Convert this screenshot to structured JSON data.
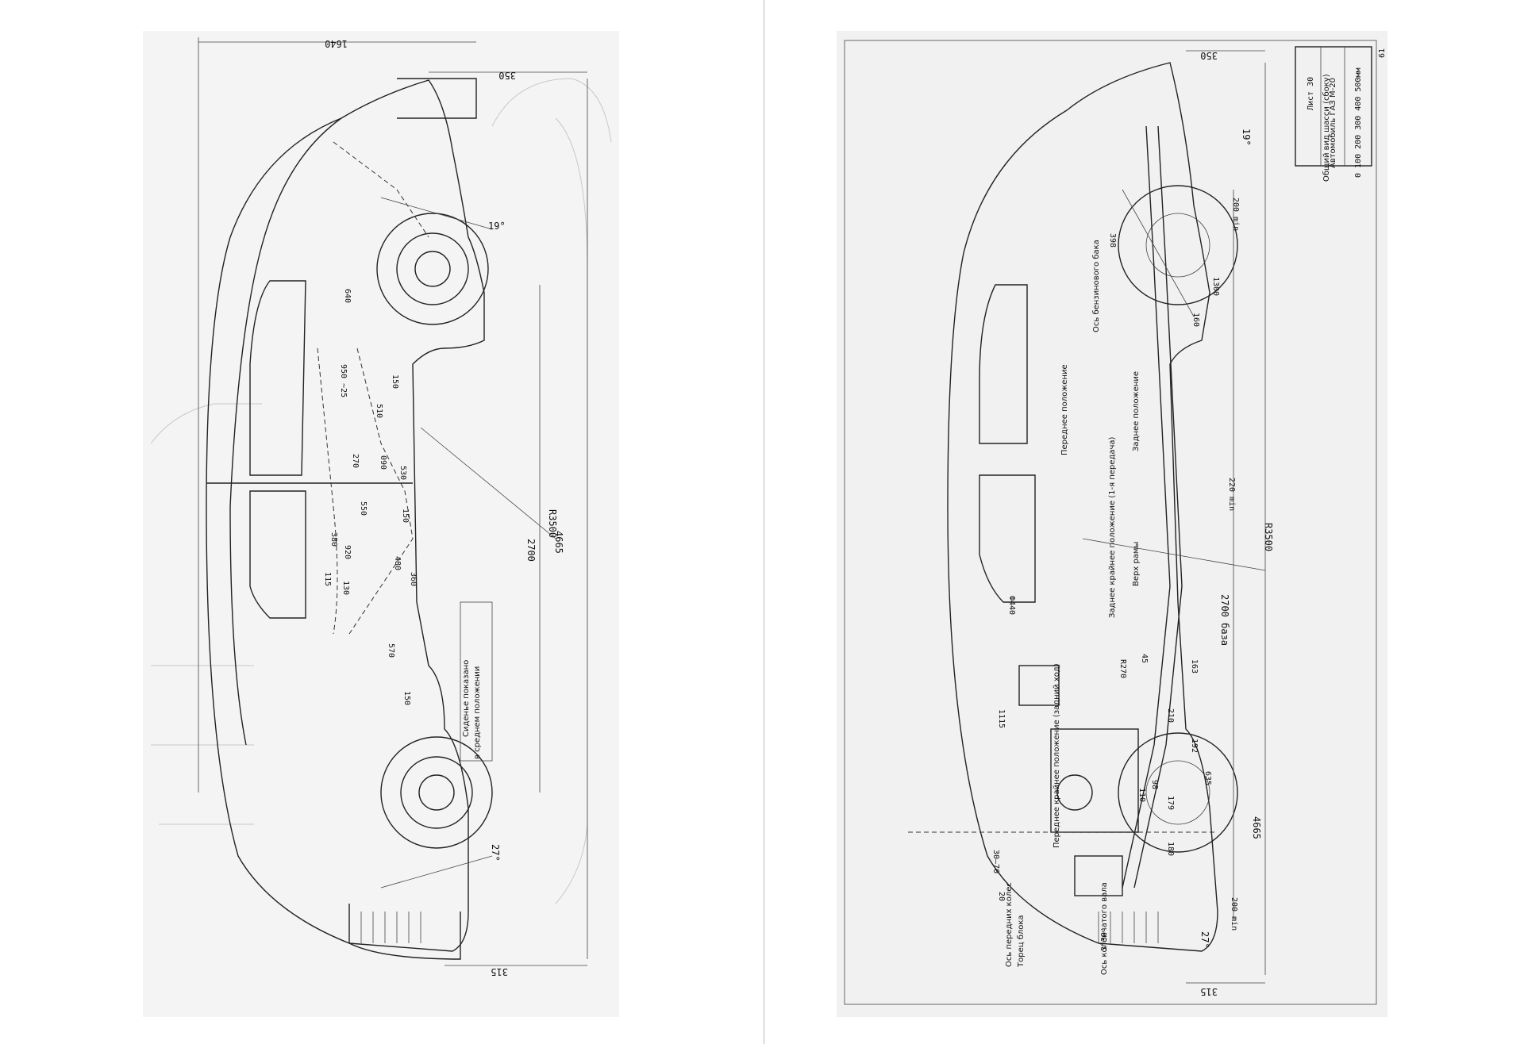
{
  "left_sheet": {
    "dims": {
      "top_width": "1640",
      "front_overhang": "350",
      "angle_front": "19°",
      "d640": "640",
      "d950": "950 ~25",
      "d150": "150",
      "d510": "510",
      "d270": "270",
      "d090": "090",
      "d530": "530",
      "d150b": "150",
      "d550": "550",
      "d380": "380",
      "d920": "920",
      "d480": "480",
      "d115": "115",
      "d130": "130",
      "d360": "360",
      "d570": "570",
      "d150c": "150",
      "radius": "R3500",
      "wheelbase": "2700",
      "length": "4665",
      "rear_overhang": "315",
      "angle_rear": "27°"
    },
    "seat_note_1": "Сиденье показано",
    "seat_note_2": "в среднем положении"
  },
  "right_sheet": {
    "title_block": {
      "sheet_no": "Лист 30",
      "line1": "Автомобиль ГАЗ М-20",
      "line2": "Общий вид шасси (сбоку)",
      "scale_label": "0 100 200 300 400 500мм",
      "page_no": "61"
    },
    "dims": {
      "front_overhang": "350",
      "angle_front": "19°",
      "d200min_top": "200 min",
      "d398": "398",
      "d1300": "1300",
      "d160": "160",
      "d220min": "220 min",
      "radius": "R3500",
      "d4440": "Ф440",
      "d2700": "2700 база",
      "d1115": "1115",
      "d163": "163",
      "d45": "45",
      "dr270": "R270",
      "d210": "210",
      "d192": "192",
      "d635": "635",
      "d98": "98",
      "d110": "110",
      "d179": "179",
      "d180": "180",
      "d4665": "4665",
      "d30_70": "30—70",
      "d20": "20",
      "d200min_bottom": "200 min",
      "angle_rear": "27°",
      "rear_overhang": "315"
    },
    "notes": {
      "fuel_tank_axis": "Ось бензинового бака",
      "rear_position": "Заднее положение",
      "front_position": "Переднее положение",
      "rear_extreme": "Заднее крайнее положение (1-я передача)",
      "frame_top": "Верх рамы",
      "front_extreme": "Переднее крайнее положение (задний ход)",
      "front_wheel_axis": "Ось передних колес",
      "block_end": "Торец блока",
      "gearbox_axis": "Ось коленчатого вала",
      "angle_3_30": "3°30'"
    }
  }
}
